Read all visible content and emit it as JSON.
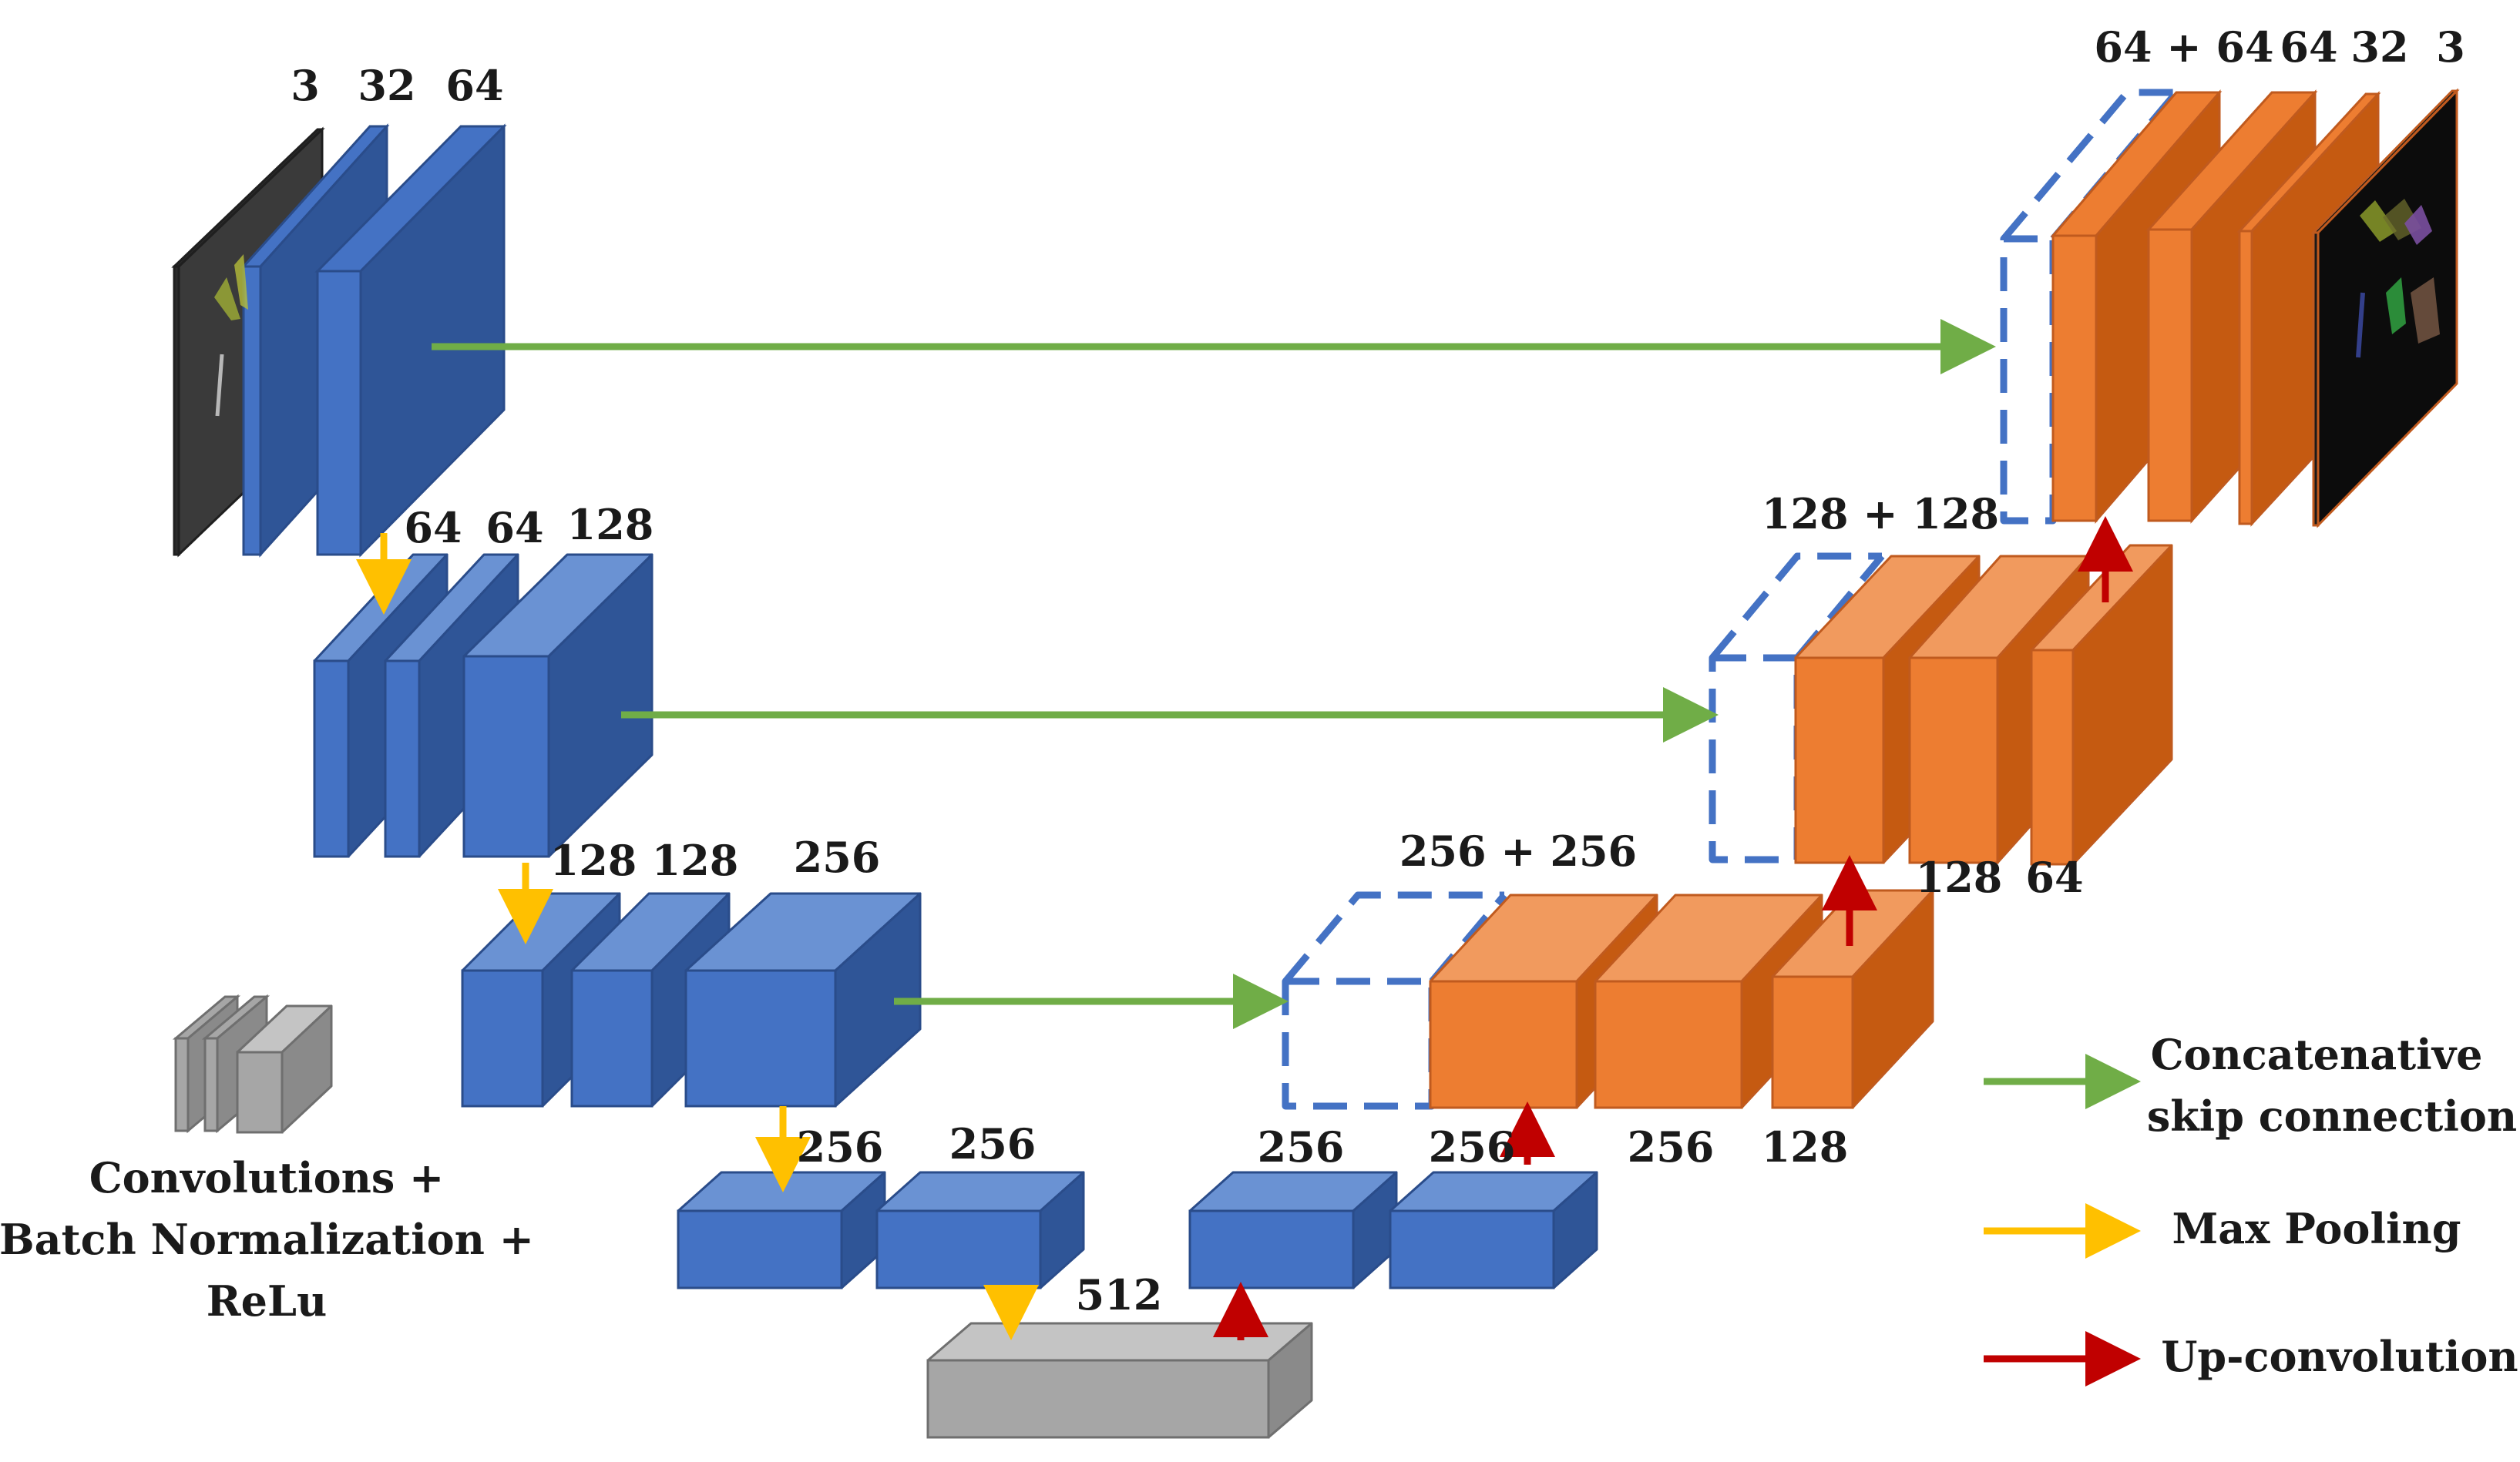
{
  "colors": {
    "encoder_front": "#4472C4",
    "encoder_top": "#6A92D3",
    "encoder_side": "#2F5597",
    "encoder_stroke": "#2A4C8A",
    "decoder_front": "#ED7D31",
    "decoder_top": "#F19A5E",
    "decoder_side": "#C55A11",
    "decoder_stroke": "#C05A1E",
    "bottleneck_front": "#A6A6A6",
    "bottleneck_top": "#C4C4C4",
    "bottleneck_side": "#8A8A8A",
    "skip_arrow": "#70AD47",
    "pool_arrow": "#FFC000",
    "upconv_arrow": "#C00000",
    "dashed_concat": "#4472C4",
    "input_image": "#3a3a3a",
    "output_image": "#0c0c0c"
  },
  "labels": {
    "enc1": [
      "3",
      "32",
      "64"
    ],
    "enc2": [
      "64",
      "64",
      "128"
    ],
    "enc3": [
      "128",
      "128",
      "256"
    ],
    "enc4": [
      "256",
      "256"
    ],
    "bottleneck": "512",
    "dec4": [
      "256",
      "256"
    ],
    "dec3_concat": "256 + 256",
    "dec3": [
      "256",
      "128"
    ],
    "dec2_concat": "128 + 128",
    "dec2": [
      "128",
      "64"
    ],
    "dec1": [
      "64 + 64",
      "64",
      "32",
      "3"
    ]
  },
  "legend": {
    "concat_line1": "Concatenative",
    "concat_line2": "skip connection",
    "max_pooling": "Max Pooling",
    "up_conv": "Up-convolution"
  },
  "key": {
    "line1": "Convolutions +",
    "line2": "Batch Normalization +",
    "line3": "ReLu"
  }
}
